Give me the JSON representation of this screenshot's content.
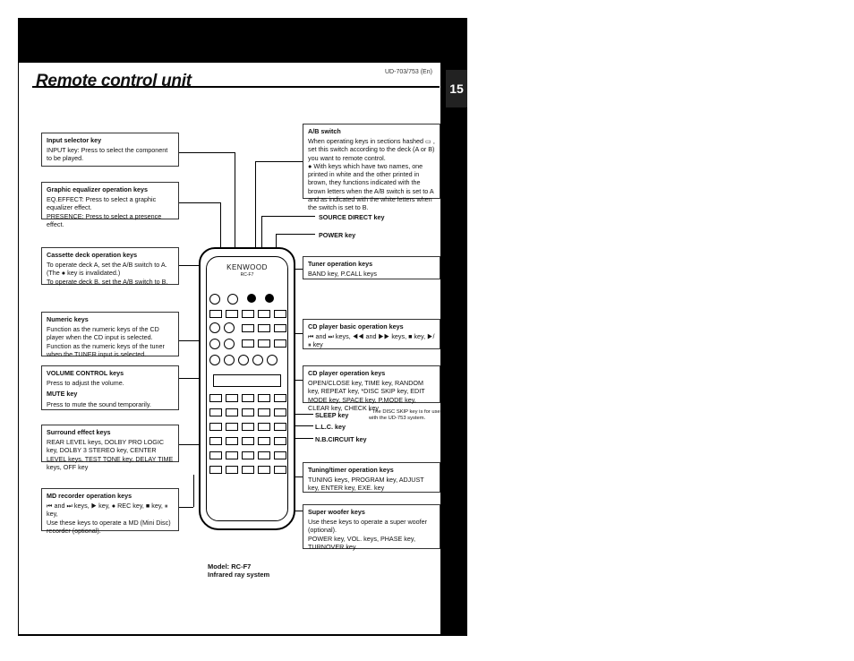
{
  "page": {
    "title": "Remote control unit",
    "model_tag": "UD-703/753 (En)",
    "tab_label": "15"
  },
  "boxes": {
    "input_selector": {
      "heading": "Input selector key",
      "text": "INPUT key: Press to select the component to be played."
    },
    "graphic_eq": {
      "heading": "Graphic equalizer operation keys",
      "text1": "EQ.EFFECT: Press to select a graphic equalizer effect.",
      "text2": "PRESENCE: Press to select a presence effect."
    },
    "cassette": {
      "heading": "Cassette deck operation keys",
      "text1": "To operate deck A, set the A/B switch to A. (The ● key is invalidated.)",
      "text2": "To operate deck B, set the A/B switch to B."
    },
    "numeric": {
      "heading": "Numeric keys",
      "text1": "Function as the numeric keys of the CD player when the CD input is selected.",
      "text2": "Function as the numeric keys of the tuner when the TUNER input is selected."
    },
    "volume": {
      "heading": "VOLUME CONTROL keys",
      "text": "Press to adjust the volume.",
      "heading2": "MUTE key",
      "text2": "Press to mute the sound temporarily."
    },
    "surround": {
      "heading": "Surround effect keys",
      "text": "REAR LEVEL keys, DOLBY PRO LOGIC key, DOLBY 3 STEREO key, CENTER LEVEL keys, TEST TONE key, DELAY TIME keys, OFF key"
    },
    "md": {
      "heading": "MD recorder operation keys",
      "text1": "⏮ and ⏭ keys, ▶ key, ● REC key, ■ key, ⏸ key,",
      "text2": "Use these keys to operate a MD (Mini Disc) recorder (optional)."
    },
    "ab_switch": {
      "heading": "A/B switch",
      "text1": "When operating keys in sections hashed ▭ , set this switch according to the deck (A or B) you want to remote control.",
      "text2": "● With keys which have two names, one printed in white and the other printed in brown, they functions indicated with the brown letters when the A/B switch is set to A and as indicated with the white letters when the switch is set to B."
    },
    "tuner": {
      "heading": "Tuner operation keys",
      "text": "BAND key, P.CALL keys"
    },
    "cd_basic": {
      "heading": "CD player basic operation keys",
      "text": "⏮ and ⏭ keys, ◀◀ and ▶▶ keys, ■ key, ▶/⏸ key"
    },
    "cd_ops": {
      "heading": "CD player operation keys",
      "text": "OPEN/CLOSE key, TIME key, RANDOM key, REPEAT key, *DISC SKIP key, EDIT MODE key, SPACE key, P.MODE key, CLEAR key, CHECK key"
    },
    "tuning_timer": {
      "heading": "Tuning/timer operation keys",
      "text": "TUNING keys, PROGRAM key, ADJUST key, ENTER key, EXE. key"
    },
    "woofer": {
      "heading": "Super woofer keys",
      "text1": "Use these keys to operate a super woofer (optional).",
      "text2": "POWER key, VOL. keys, PHASE key, TURNOVER key."
    }
  },
  "labels": {
    "source_direct": "SOURCE DIRECT key",
    "power": "POWER key",
    "sleep": "SLEEP key",
    "llc": "L.L.C. key",
    "nb_circuit": "N.B.CIRCUIT key",
    "disc_skip_note": "* The DISC SKIP key is for use with the UD-753 system."
  },
  "remote": {
    "brand": "KENWOOD",
    "model": "RC-F7"
  },
  "caption": {
    "model": "Model: RC-F7",
    "system": "Infrared ray system"
  }
}
